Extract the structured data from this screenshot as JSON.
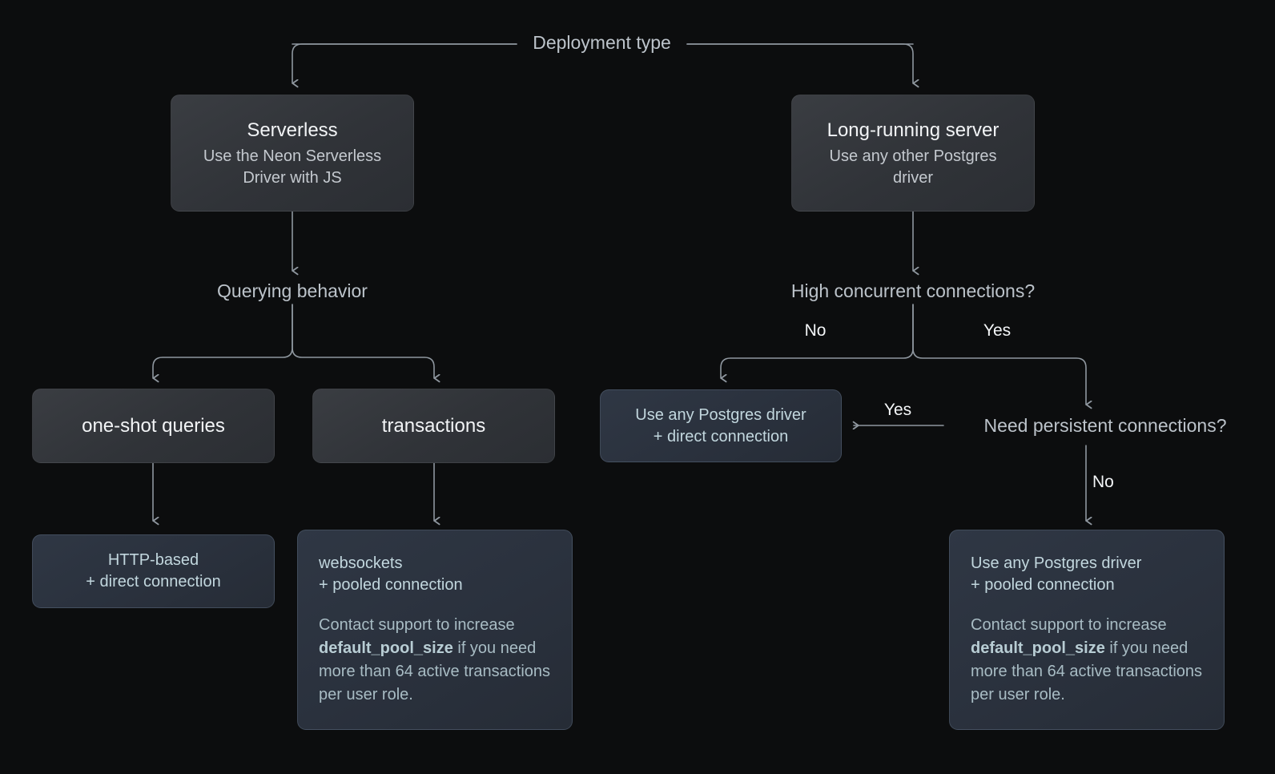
{
  "diagram": {
    "title": "Deployment type",
    "background_color": "#0c0d0e",
    "edge_color": "#8f979f",
    "accent_blue_text": "#c2d7de",
    "nodes": {
      "serverless": {
        "title": "Serverless",
        "subtitle": "Use the Neon Serverless Driver with JS"
      },
      "long_running": {
        "title": "Long-running server",
        "subtitle": "Use any other Postgres driver"
      },
      "one_shot": {
        "title": "one-shot queries"
      },
      "transactions": {
        "title": "transactions"
      },
      "http_direct": {
        "title": "HTTP-based",
        "subtitle": "+ direct connection"
      },
      "websockets_pooled": {
        "title": "websockets",
        "subtitle": "+ pooled connection",
        "body_before": "Contact support to increase ",
        "body_code": "default_pool_size",
        "body_after": " if you need more than 64 active transactions per user role."
      },
      "driver_direct": {
        "title": "Use any Postgres driver",
        "subtitle": "+ direct connection"
      },
      "driver_pooled": {
        "title": "Use any Postgres driver",
        "subtitle": "+ pooled connection",
        "body_before": "Contact support to increase ",
        "body_code": "default_pool_size",
        "body_after": " if you need more than 64 active transactions per user role."
      }
    },
    "captions": {
      "querying_behavior": "Querying behavior",
      "high_concurrent": "High concurrent connections?",
      "need_persistent": "Need persistent connections?"
    },
    "edge_labels": {
      "concurrent_no": "No",
      "concurrent_yes": "Yes",
      "persistent_yes": "Yes",
      "persistent_no": "No"
    }
  }
}
